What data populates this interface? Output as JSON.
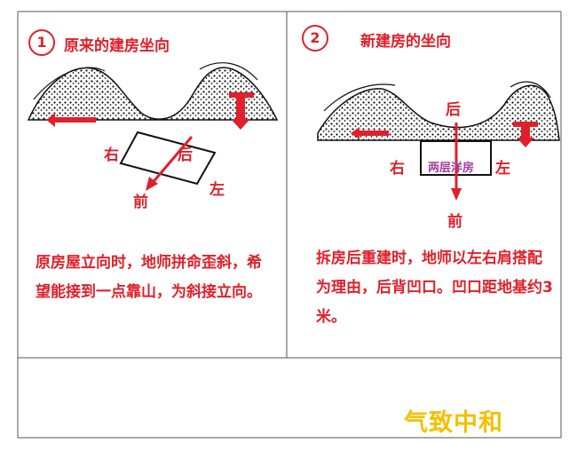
{
  "panel1": {
    "number": "1",
    "title": "原来的建房坐向",
    "dir_right": "右",
    "dir_back": "后",
    "dir_front": "前",
    "dir_left": "左",
    "description": "原房屋立向时，地师拼命歪斜，希望能接到一点靠山，为斜接立向。"
  },
  "panel2": {
    "number": "2",
    "title": "新建房的坐向",
    "dir_back": "后",
    "dir_right": "右",
    "dir_left": "左",
    "dir_front": "前",
    "house_label": "两层洋房",
    "description": "拆房后重建时，地师以左右肩搭配为理由，后背凹口。凹口距地基约3米。"
  },
  "brand": "气致中和",
  "colors": {
    "accent": "#e0202a",
    "house_label": "#a040a0",
    "brand": "#f5c000"
  }
}
